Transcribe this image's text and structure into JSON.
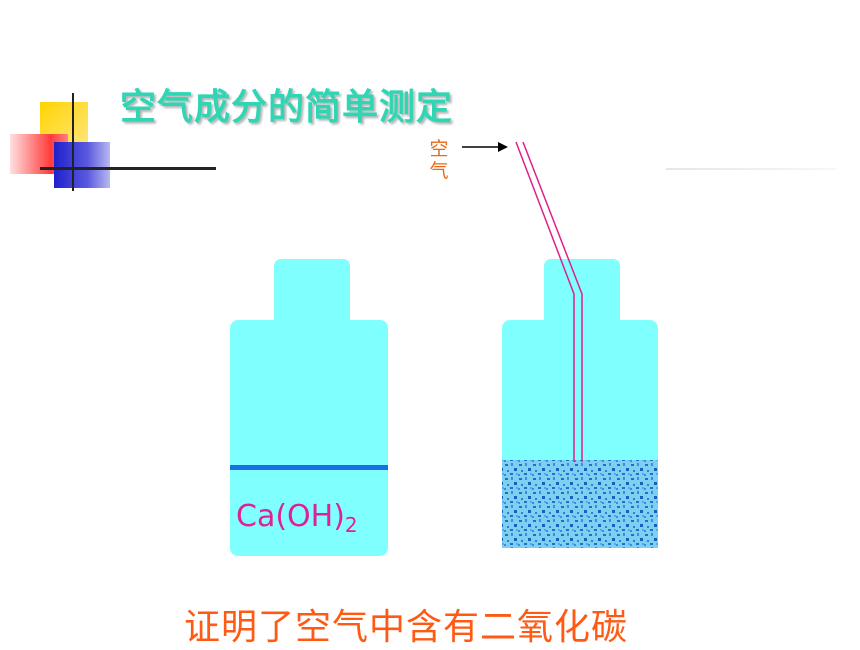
{
  "slide": {
    "title": "空气成分的简单测定",
    "air_label": "空气",
    "reagent": {
      "formula": "Ca(OH)",
      "subscript": "2"
    },
    "conclusion": "证明了空气中含有二氧化碳"
  },
  "colors": {
    "title": "#2fd6b4",
    "bottle": "#80ffff",
    "liquid_line": "#1a6ee6",
    "precipitate": "#2a7fd8",
    "tube": "#e0208a",
    "formula": "#e0209a",
    "conclusion": "#ff5a14",
    "air_label": "#e86a18"
  }
}
